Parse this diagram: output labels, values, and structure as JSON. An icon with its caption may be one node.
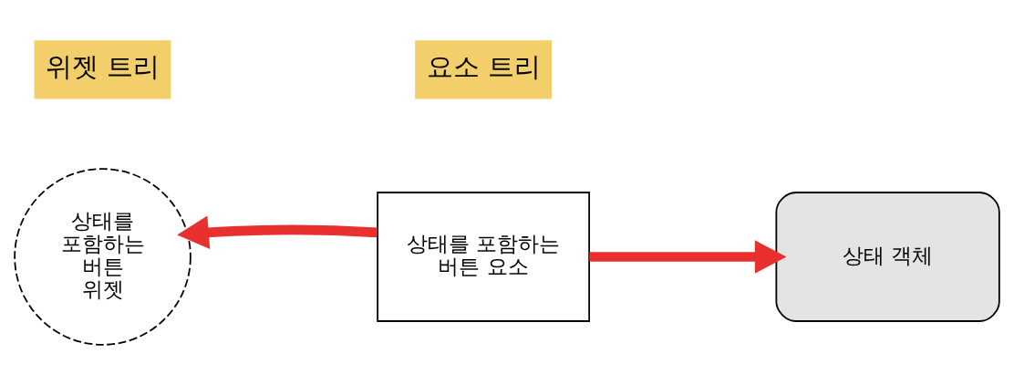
{
  "diagram": {
    "nodes": [
      {
        "text": [
          "상태를 포함하는 버튼 위젯"
        ]
      },
      {
        "text": [
          "상태를 포함하는 버튼 요소"
        ]
      },
      {
        "text": [
          "상태 객체"
        ]
      }
    ],
    "edges": [
      {
        "from": 1,
        "to": 0,
        "arrow": "to"
      },
      {
        "from": 1,
        "to": 2,
        "arrow": "to"
      }
    ],
    "labels": [
      "요소 트리",
      "위젯 트리"
    ]
  }
}
